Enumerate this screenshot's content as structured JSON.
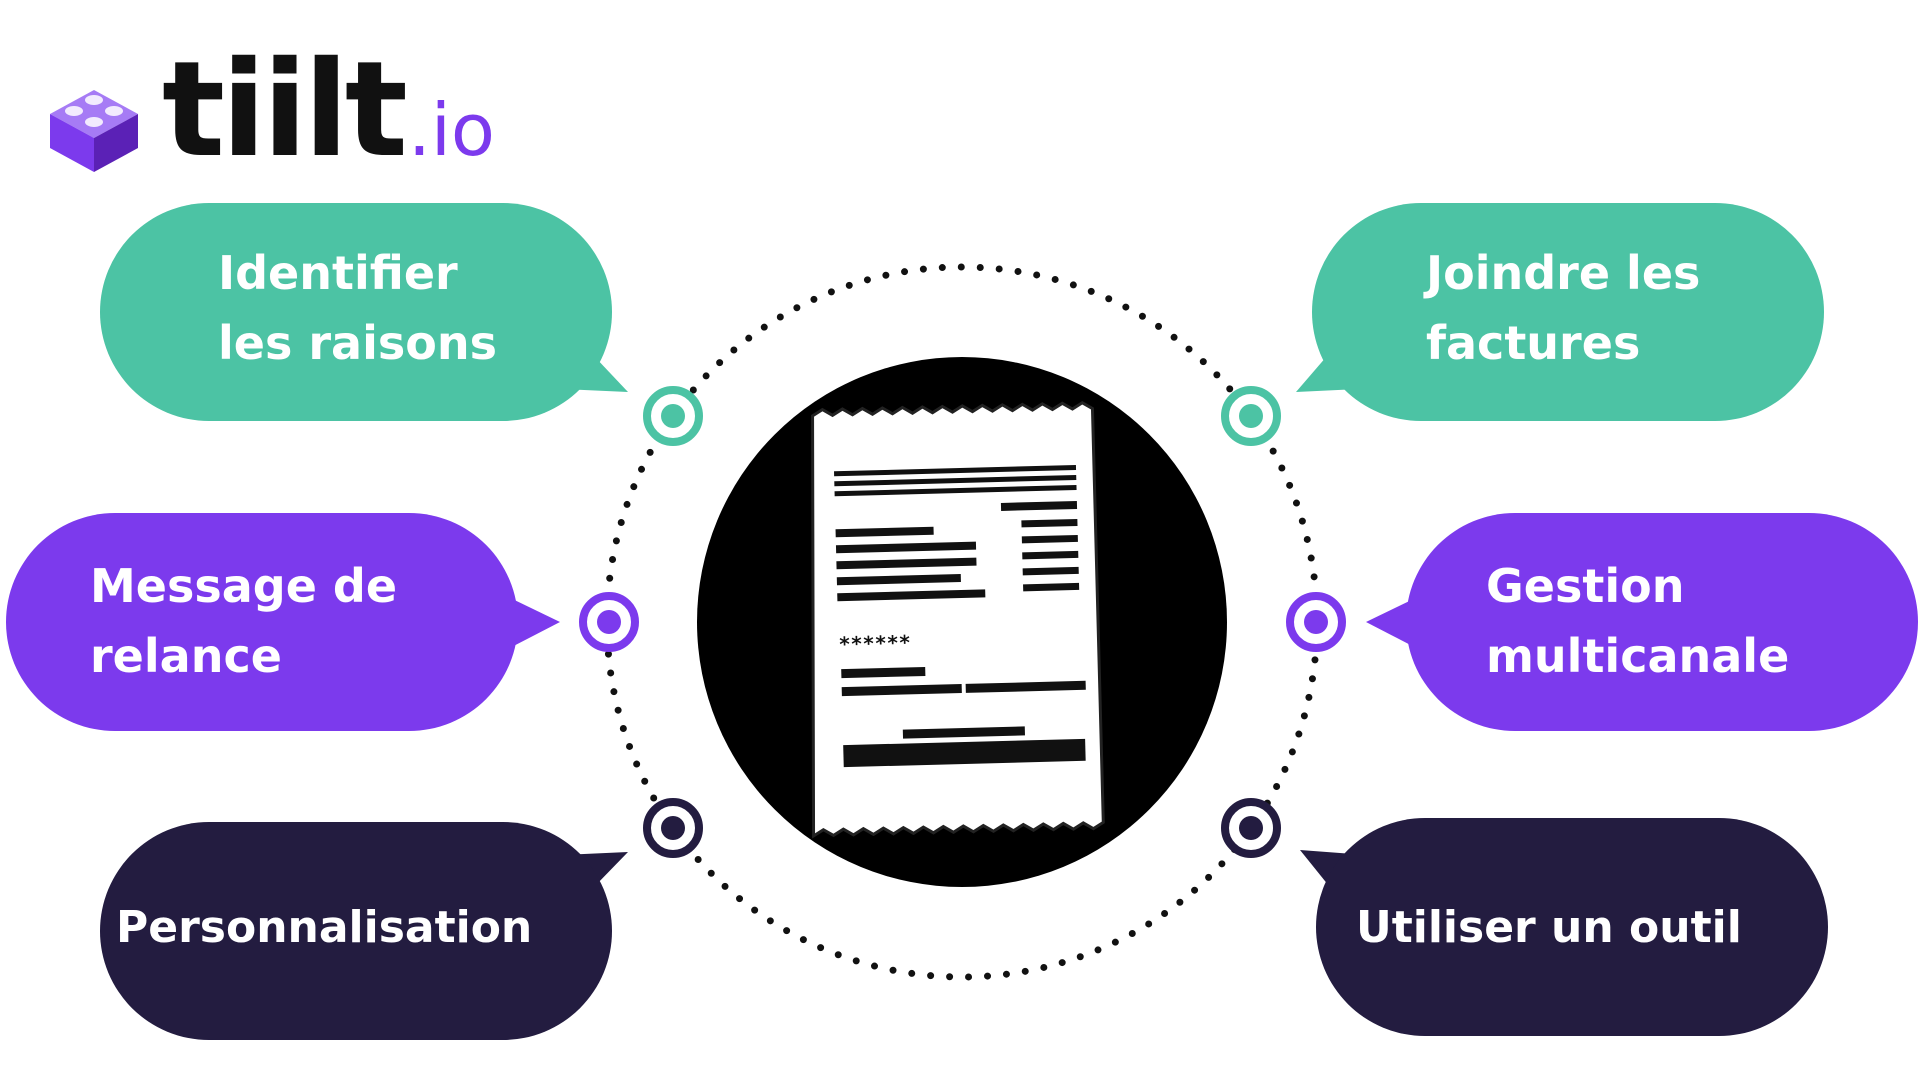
{
  "brand": {
    "name": "tiilt",
    "suffix": ".io",
    "icon": "lego-brick-icon"
  },
  "colors": {
    "teal": "#4cc3a4",
    "purple": "#7c3aed",
    "navy": "#231c40",
    "black": "#111111"
  },
  "bubbles": [
    {
      "id": "identifier-raisons",
      "lines": [
        "Identifier",
        "les raisons"
      ]
    },
    {
      "id": "joindre-factures",
      "lines": [
        "Joindre les",
        "factures"
      ]
    },
    {
      "id": "message-relance",
      "lines": [
        "Message de",
        "relance"
      ]
    },
    {
      "id": "gestion-multicanale",
      "lines": [
        "Gestion",
        "multicanale"
      ]
    },
    {
      "id": "personnalisation",
      "lines": [
        "Personnalisation"
      ]
    },
    {
      "id": "utiliser-outil",
      "lines": [
        "Utiliser un outil"
      ]
    }
  ],
  "center": {
    "icon": "receipt-icon",
    "masked_text": "******"
  }
}
